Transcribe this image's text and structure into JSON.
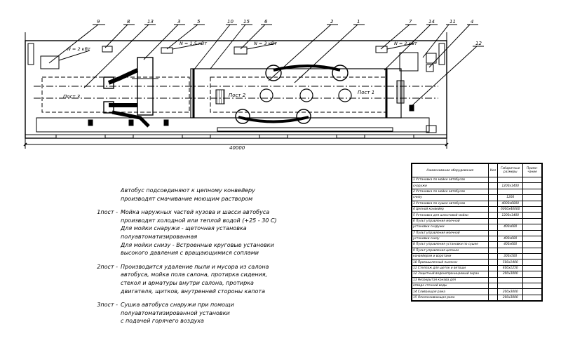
{
  "plan": {
    "callouts": [
      "9",
      "8",
      "13",
      "3",
      "5",
      "10",
      "15",
      "6",
      "2",
      "1",
      "7",
      "14",
      "11",
      "4",
      "12"
    ],
    "power": {
      "p9": "N = 2 кВт",
      "p5": "N = 1,5 кВт",
      "p6": "N = 3 кВт",
      "p7": "N = 2 кВт"
    },
    "posts": {
      "post1": "Пост 1",
      "post2": "Пост 2",
      "post3": "Пост 3"
    },
    "dimension": "40000"
  },
  "notes": {
    "intro1": "Автобус подсоединяют к цепному конвейеру",
    "intro2": "производят смачивание моющим раствором",
    "p1_label": "1пост -",
    "p1_l1": "Мойка наружных частей кузова и шасси автобуса",
    "p1_l2": "производят холодной или теплой водой (+25 - 30 С)",
    "p1_l3": "Для мойки снаружи - щеточная установка",
    "p1_l4": "полуавтоматизированная",
    "p1_l5": "Для мойки снизу - Встроенные круговые установки",
    "p1_l6": "высокого давления с вращающимися соплами",
    "p2_label": "2пост -",
    "p2_l1": "Производится удаление пыли и мусора из салона",
    "p2_l2": "автобуса, мойка пола салона, протирка сидения,",
    "p2_l3": "стекол и арматуры внутри салона, протирка",
    "p2_l4": "двигателя, щитков, внутренней стороны капота",
    "p3_label": "3пост -",
    "p3_l1": "Сушка автобуса снаружи при помощи",
    "p3_l2": "полуавтоматизированной установки",
    "p3_l3": "с подачей горячего воздуха"
  },
  "table": {
    "headers": [
      "Наименование оборудования",
      "Кол",
      "Габаритные размеры",
      "Приме-чание"
    ],
    "rows": [
      [
        "1 Установка по мойке автобусов",
        ""
      ],
      [
        "снаружи",
        "1200х1400"
      ],
      [
        "2 Установка по мойке автобусов",
        ""
      ],
      [
        "снизу",
        "1200"
      ],
      [
        "3 Установка по сушке автобусов",
        "4000х6000"
      ],
      [
        "4 Цепной конвейер",
        "6000х40000"
      ],
      [
        "5 Установка для шланговой мойки",
        "1200х1400"
      ],
      [
        "6 Пульт управления моечной",
        ""
      ],
      [
        "установки снаружи",
        "400х600"
      ],
      [
        "7 Пульт управления моечной",
        ""
      ],
      [
        "установки снизу",
        "400х600"
      ],
      [
        "8 Пульт управления установки по сушке",
        "400х600"
      ],
      [
        "9 Пульт управления цепным",
        ""
      ],
      [
        "конвейером и воротами",
        "300х500"
      ],
      [
        "10 Промышленный пылесос",
        "500х1400"
      ],
      [
        "11 Стеллаж для щеток и ветоши",
        "400х1250"
      ],
      [
        "12 Защитный водонепроницаемый экран",
        "200х3000"
      ],
      [
        "13 Незакрытая канава для",
        ""
      ],
      [
        "отвода сточной воды",
        ""
      ],
      [
        "14 Сливающая рама",
        "200х3000"
      ],
      [
        "15 Ополаскивающая рама",
        "200х3000"
      ]
    ]
  }
}
